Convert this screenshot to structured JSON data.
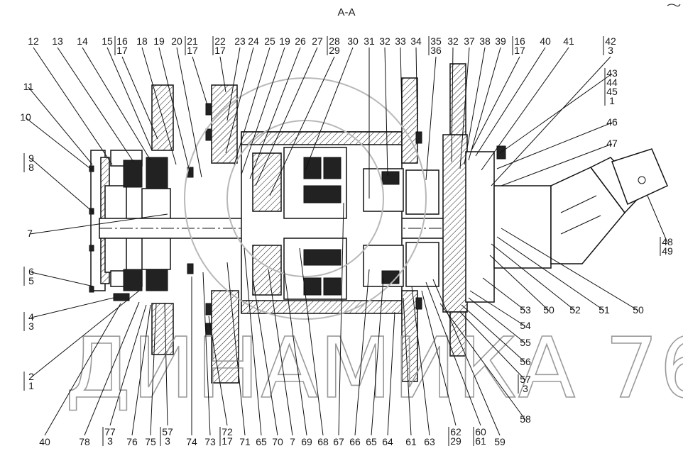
{
  "title": "А-А",
  "watermark": "ДИНАМИКА 76",
  "labels": {
    "top": [
      {
        "id": "t12",
        "lines": [
          "12"
        ]
      },
      {
        "id": "t13",
        "lines": [
          "13"
        ]
      },
      {
        "id": "t14",
        "lines": [
          "14"
        ]
      },
      {
        "id": "t15",
        "lines": [
          "15"
        ]
      },
      {
        "id": "t16_17a",
        "lines": [
          "16",
          "17"
        ]
      },
      {
        "id": "t18",
        "lines": [
          "18"
        ]
      },
      {
        "id": "t19a",
        "lines": [
          "19"
        ]
      },
      {
        "id": "t20",
        "lines": [
          "20"
        ]
      },
      {
        "id": "t21_17",
        "lines": [
          "21",
          "17"
        ]
      },
      {
        "id": "t22_17",
        "lines": [
          "22",
          "17"
        ]
      },
      {
        "id": "t23",
        "lines": [
          "23"
        ]
      },
      {
        "id": "t24",
        "lines": [
          "24"
        ]
      },
      {
        "id": "t25",
        "lines": [
          "25"
        ]
      },
      {
        "id": "t19b",
        "lines": [
          "19"
        ]
      },
      {
        "id": "t26",
        "lines": [
          "26"
        ]
      },
      {
        "id": "t27",
        "lines": [
          "27"
        ]
      },
      {
        "id": "t28_29",
        "lines": [
          "28",
          "29"
        ]
      },
      {
        "id": "t30",
        "lines": [
          "30"
        ]
      },
      {
        "id": "t31",
        "lines": [
          "31"
        ]
      },
      {
        "id": "t32a",
        "lines": [
          "32"
        ]
      },
      {
        "id": "t33",
        "lines": [
          "33"
        ]
      },
      {
        "id": "t34",
        "lines": [
          "34"
        ]
      },
      {
        "id": "t35_36",
        "lines": [
          "35",
          "36"
        ]
      },
      {
        "id": "t32b",
        "lines": [
          "32"
        ]
      },
      {
        "id": "t37",
        "lines": [
          "37"
        ]
      },
      {
        "id": "t38",
        "lines": [
          "38"
        ]
      },
      {
        "id": "t39",
        "lines": [
          "39"
        ]
      },
      {
        "id": "t16_17b",
        "lines": [
          "16",
          "17"
        ]
      },
      {
        "id": "t40",
        "lines": [
          "40"
        ]
      },
      {
        "id": "t41",
        "lines": [
          "41"
        ]
      },
      {
        "id": "t42_3",
        "lines": [
          "42",
          "3"
        ]
      }
    ],
    "left": [
      {
        "id": "l11",
        "lines": [
          "11"
        ]
      },
      {
        "id": "l10",
        "lines": [
          "10"
        ]
      },
      {
        "id": "l9_8",
        "lines": [
          "9",
          "8"
        ]
      },
      {
        "id": "l7",
        "lines": [
          "7"
        ]
      },
      {
        "id": "l6_5",
        "lines": [
          "6",
          "5"
        ]
      },
      {
        "id": "l4_3",
        "lines": [
          "4",
          "3"
        ]
      },
      {
        "id": "l2_1",
        "lines": [
          "2",
          "1"
        ]
      }
    ],
    "right": [
      {
        "id": "r43",
        "lines": [
          "43",
          "44",
          "45",
          "1"
        ]
      },
      {
        "id": "r46",
        "lines": [
          "46"
        ]
      },
      {
        "id": "r47",
        "lines": [
          "47"
        ]
      },
      {
        "id": "r48_49",
        "lines": [
          "48",
          "49"
        ]
      },
      {
        "id": "r53",
        "lines": [
          "53"
        ]
      },
      {
        "id": "r50a",
        "lines": [
          "50"
        ]
      },
      {
        "id": "r52",
        "lines": [
          "52"
        ]
      },
      {
        "id": "r51",
        "lines": [
          "51"
        ]
      },
      {
        "id": "r50b",
        "lines": [
          "50"
        ]
      },
      {
        "id": "r54",
        "lines": [
          "54"
        ]
      },
      {
        "id": "r55",
        "lines": [
          "55"
        ]
      },
      {
        "id": "r56",
        "lines": [
          "56"
        ]
      },
      {
        "id": "r57_3",
        "lines": [
          "57",
          "3"
        ]
      },
      {
        "id": "r58",
        "lines": [
          "58"
        ]
      }
    ],
    "bottom": [
      {
        "id": "b40",
        "lines": [
          "40"
        ]
      },
      {
        "id": "b78",
        "lines": [
          "78"
        ]
      },
      {
        "id": "b77_3",
        "lines": [
          "77",
          "3"
        ]
      },
      {
        "id": "b76",
        "lines": [
          "76"
        ]
      },
      {
        "id": "b75",
        "lines": [
          "75"
        ]
      },
      {
        "id": "b57_3",
        "lines": [
          "57",
          "3"
        ]
      },
      {
        "id": "b74",
        "lines": [
          "74"
        ]
      },
      {
        "id": "b73",
        "lines": [
          "73"
        ]
      },
      {
        "id": "b72_17",
        "lines": [
          "72",
          "17"
        ]
      },
      {
        "id": "b71",
        "lines": [
          "71"
        ]
      },
      {
        "id": "b65a",
        "lines": [
          "65"
        ]
      },
      {
        "id": "b70",
        "lines": [
          "70"
        ]
      },
      {
        "id": "b7",
        "lines": [
          "7"
        ]
      },
      {
        "id": "b69",
        "lines": [
          "69"
        ]
      },
      {
        "id": "b68",
        "lines": [
          "68"
        ]
      },
      {
        "id": "b67",
        "lines": [
          "67"
        ]
      },
      {
        "id": "b66",
        "lines": [
          "66"
        ]
      },
      {
        "id": "b65b",
        "lines": [
          "65"
        ]
      },
      {
        "id": "b64",
        "lines": [
          "64"
        ]
      },
      {
        "id": "b61",
        "lines": [
          "61"
        ]
      },
      {
        "id": "b63",
        "lines": [
          "63"
        ]
      },
      {
        "id": "b62_29",
        "lines": [
          "62",
          "29"
        ]
      },
      {
        "id": "b60_61",
        "lines": [
          "60",
          "61"
        ]
      },
      {
        "id": "b59",
        "lines": [
          "59"
        ]
      }
    ]
  }
}
